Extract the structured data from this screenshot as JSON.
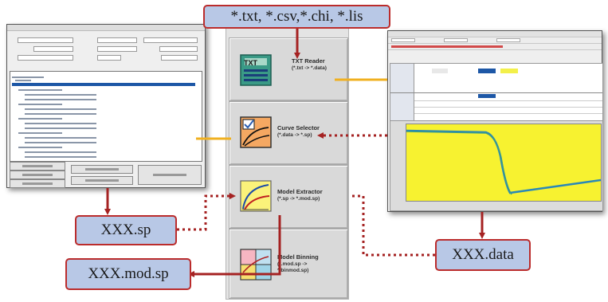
{
  "top_label": "*.txt, *.csv,*.chi, *.lis",
  "tools": [
    {
      "name": "TXT Reader",
      "sub": "(*.txt -> *.data)",
      "icon_text": "TXT"
    },
    {
      "name": "Curve Selector",
      "sub": "(*.data -> *.sp)"
    },
    {
      "name": "Model Extractor",
      "sub": "(*.sp -> *.mod.sp)"
    },
    {
      "name": "Model Binning",
      "sub": "(*.mod.sp ->\n*.binmod.sp)"
    }
  ],
  "callouts": {
    "sp": "XXX.sp",
    "mod_sp": "XXX.mod.sp",
    "data": "XXX.data"
  },
  "colors": {
    "arrow_red": "#a52222",
    "arrow_orange": "#f0b020",
    "callout_fill": "#b8c8e6",
    "callout_border": "#bb2c2c",
    "plot_background": "#f7f230",
    "tree_selection": "#1d57a6"
  }
}
